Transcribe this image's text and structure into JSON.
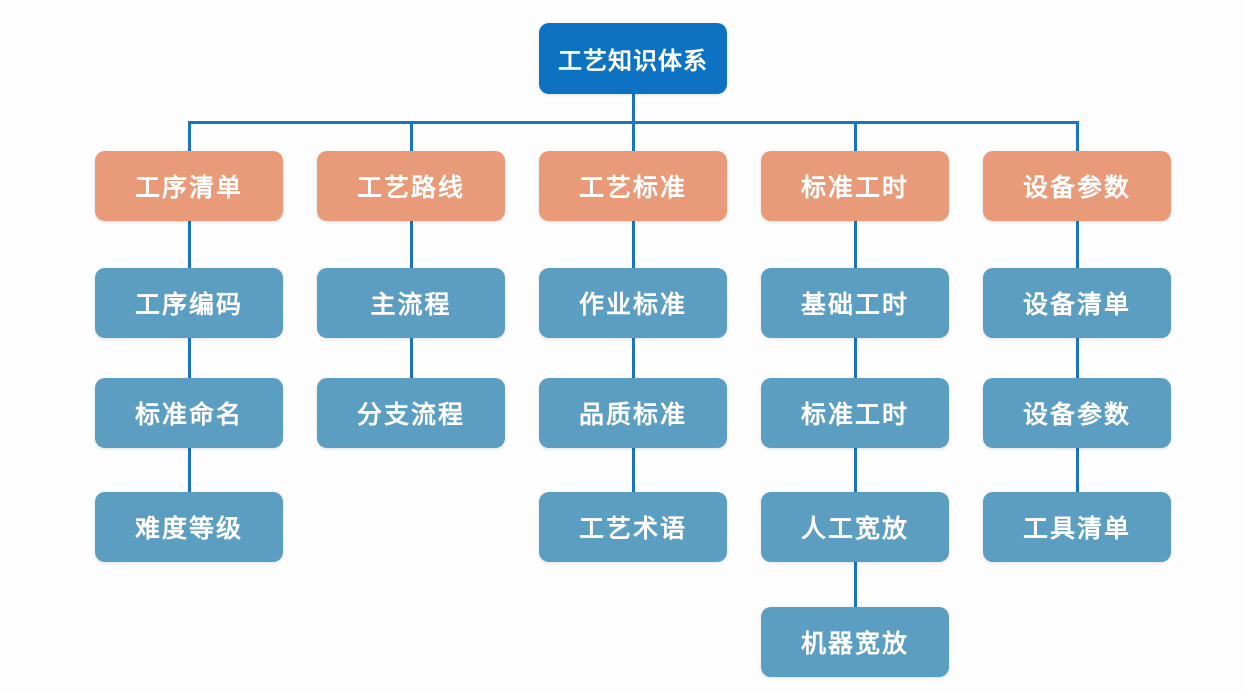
{
  "chart": {
    "root": {
      "label": "工艺知识体系"
    },
    "branches": [
      {
        "label": "工序清单",
        "children": [
          "工序编码",
          "标准命名",
          "难度等级"
        ]
      },
      {
        "label": "工艺路线",
        "children": [
          "主流程",
          "分支流程"
        ]
      },
      {
        "label": "工艺标准",
        "children": [
          "作业标准",
          "品质标准",
          "工艺术语"
        ]
      },
      {
        "label": "标准工时",
        "children": [
          "基础工时",
          "标准工时",
          "人工宽放",
          "机器宽放"
        ]
      },
      {
        "label": "设备参数",
        "children": [
          "设备清单",
          "设备参数",
          "工具清单"
        ]
      }
    ],
    "colors": {
      "root_bg": "#0d72c2",
      "branch_bg": "#e99a78",
      "child_bg": "#5c9dc2",
      "connector": "#1a74c4",
      "text": "#ffffff",
      "background": "#fdfdfd"
    }
  }
}
